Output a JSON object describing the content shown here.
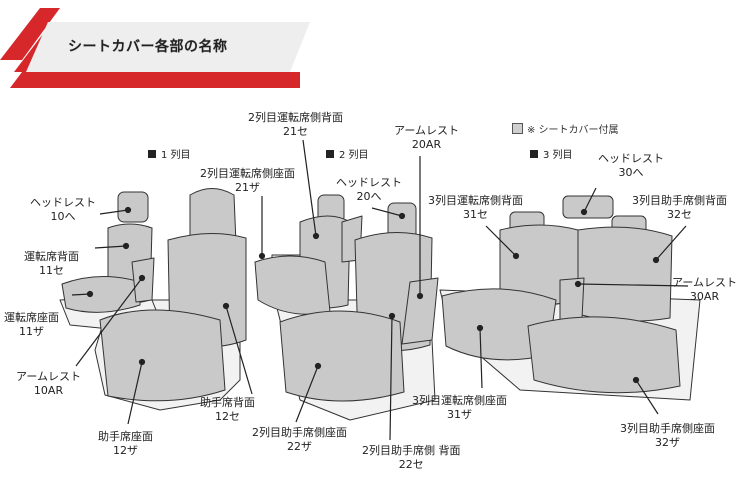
{
  "title": "シートカバー各部の名称",
  "legend_note": "※ シートカバー付属",
  "colors": {
    "accent": "#d6282b",
    "cover": "#c9c9c9",
    "frame": "#f2f2f2",
    "line": "#333333"
  },
  "row_heads": {
    "row1": "1 列目",
    "row2": "2 列目",
    "row3": "3 列目"
  },
  "labels": {
    "headrest10": {
      "name": "ヘッドレスト",
      "code": "10へ"
    },
    "driver_back11": {
      "name": "運転席背面",
      "code": "11セ"
    },
    "driver_seat11": {
      "name": "運転席座面",
      "code": "11ザ"
    },
    "armrest10": {
      "name": "アームレスト",
      "code": "10AR"
    },
    "passenger_seat12": {
      "name": "助手席座面",
      "code": "12ザ"
    },
    "passenger_back12": {
      "name": "助手席背面",
      "code": "12セ"
    },
    "r2_driver_back21": {
      "name": "2列目運転席側背面",
      "code": "21セ"
    },
    "r2_driver_seat21": {
      "name": "2列目運転席側座面",
      "code": "21ザ"
    },
    "armrest20": {
      "name": "アームレスト",
      "code": "20AR"
    },
    "headrest20": {
      "name": "ヘッドレスト",
      "code": "20へ"
    },
    "r2_pass_seat22": {
      "name": "2列目助手席側座面",
      "code": "22ザ"
    },
    "r2_pass_back22": {
      "name": "2列目助手席側 背面",
      "code": "22セ"
    },
    "r3_driver_back31": {
      "name": "3列目運転席側背面",
      "code": "31セ"
    },
    "headrest30": {
      "name": "ヘッドレスト",
      "code": "30へ"
    },
    "r3_pass_back32": {
      "name": "3列目助手席側背面",
      "code": "32セ"
    },
    "armrest30": {
      "name": "アームレスト",
      "code": "30AR"
    },
    "r3_driver_seat31": {
      "name": "3列目運転席側座面",
      "code": "31ザ"
    },
    "r3_pass_seat32": {
      "name": "3列目助手席側座面",
      "code": "32ザ"
    }
  }
}
